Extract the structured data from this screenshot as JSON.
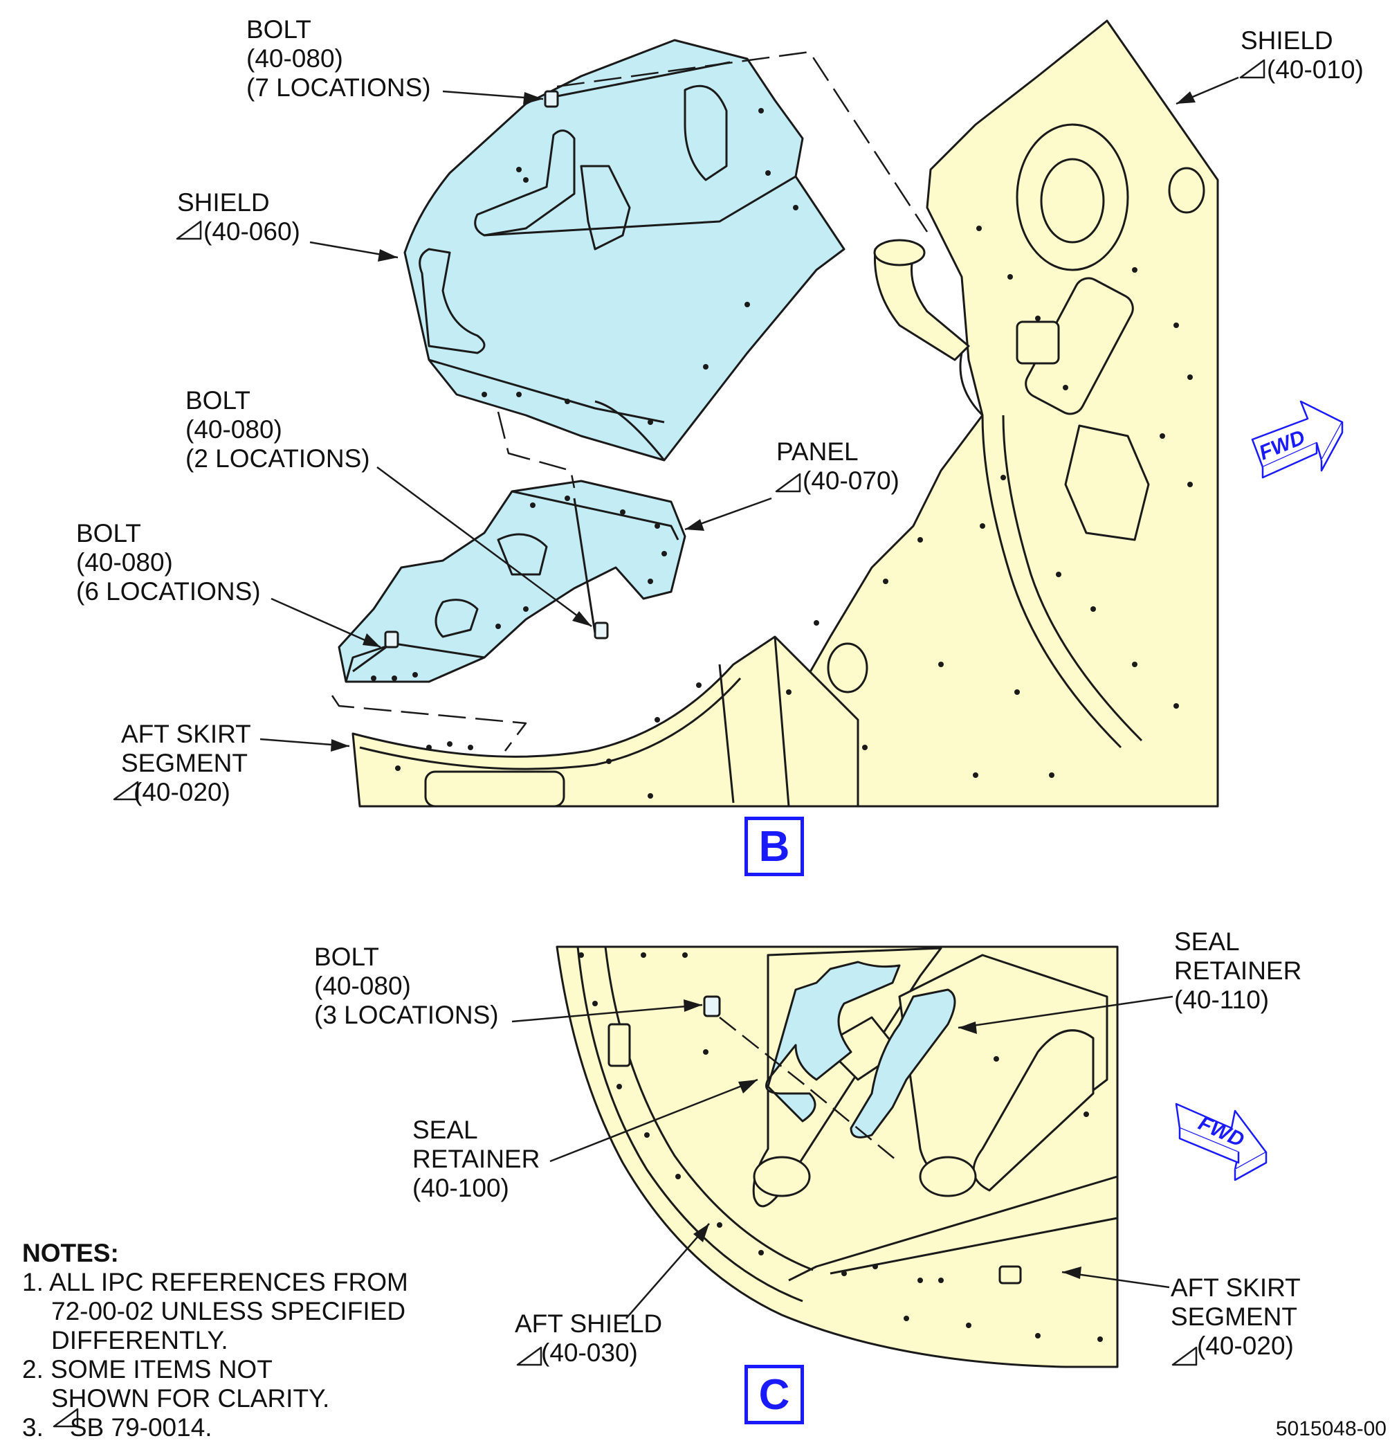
{
  "view_b": {
    "id_letter": "B",
    "labels": {
      "bolt_7": [
        "BOLT",
        "(40-080)",
        "(7 LOCATIONS)"
      ],
      "shield_060": [
        "SHIELD",
        "(40-060)"
      ],
      "bolt_2": [
        "BOLT",
        "(40-080)",
        "(2 LOCATIONS)"
      ],
      "bolt_6": [
        "BOLT",
        "(40-080)",
        "(6 LOCATIONS)"
      ],
      "aft_skirt": [
        "AFT SKIRT",
        "SEGMENT",
        "(40-020)"
      ],
      "panel": [
        "PANEL",
        "(40-070)"
      ],
      "shield_010": [
        "SHIELD",
        "(40-010)"
      ]
    },
    "fwd_label": "FWD"
  },
  "view_c": {
    "id_letter": "C",
    "labels": {
      "bolt_3": [
        "BOLT",
        "(40-080)",
        "(3 LOCATIONS)"
      ],
      "seal_retainer_110": [
        "SEAL",
        "RETAINER",
        "(40-110)"
      ],
      "seal_retainer_100": [
        "SEAL",
        "RETAINER",
        "(40-100)"
      ],
      "aft_shield": [
        "AFT SHIELD",
        "(40-030)"
      ],
      "aft_skirt": [
        "AFT SKIRT",
        "SEGMENT",
        "(40-020)"
      ]
    },
    "fwd_label": "FWD"
  },
  "notes": {
    "heading": "NOTES:",
    "items": [
      [
        "1. ALL IPC REFERENCES FROM",
        "72-00-02 UNLESS SPECIFIED",
        "DIFFERENTLY."
      ],
      [
        "2. SOME ITEMS NOT",
        "SHOWN FOR CLARITY."
      ],
      [
        "3.",
        "SB 79-0014."
      ]
    ]
  },
  "document_id": "5015048-00",
  "colors": {
    "shield_fill": "#c4ecf4",
    "skirt_fill": "#fdfacb",
    "line": "#1a1a1a",
    "view_id": "#1a1aff",
    "fwd_arrow": "#1a1aff"
  }
}
